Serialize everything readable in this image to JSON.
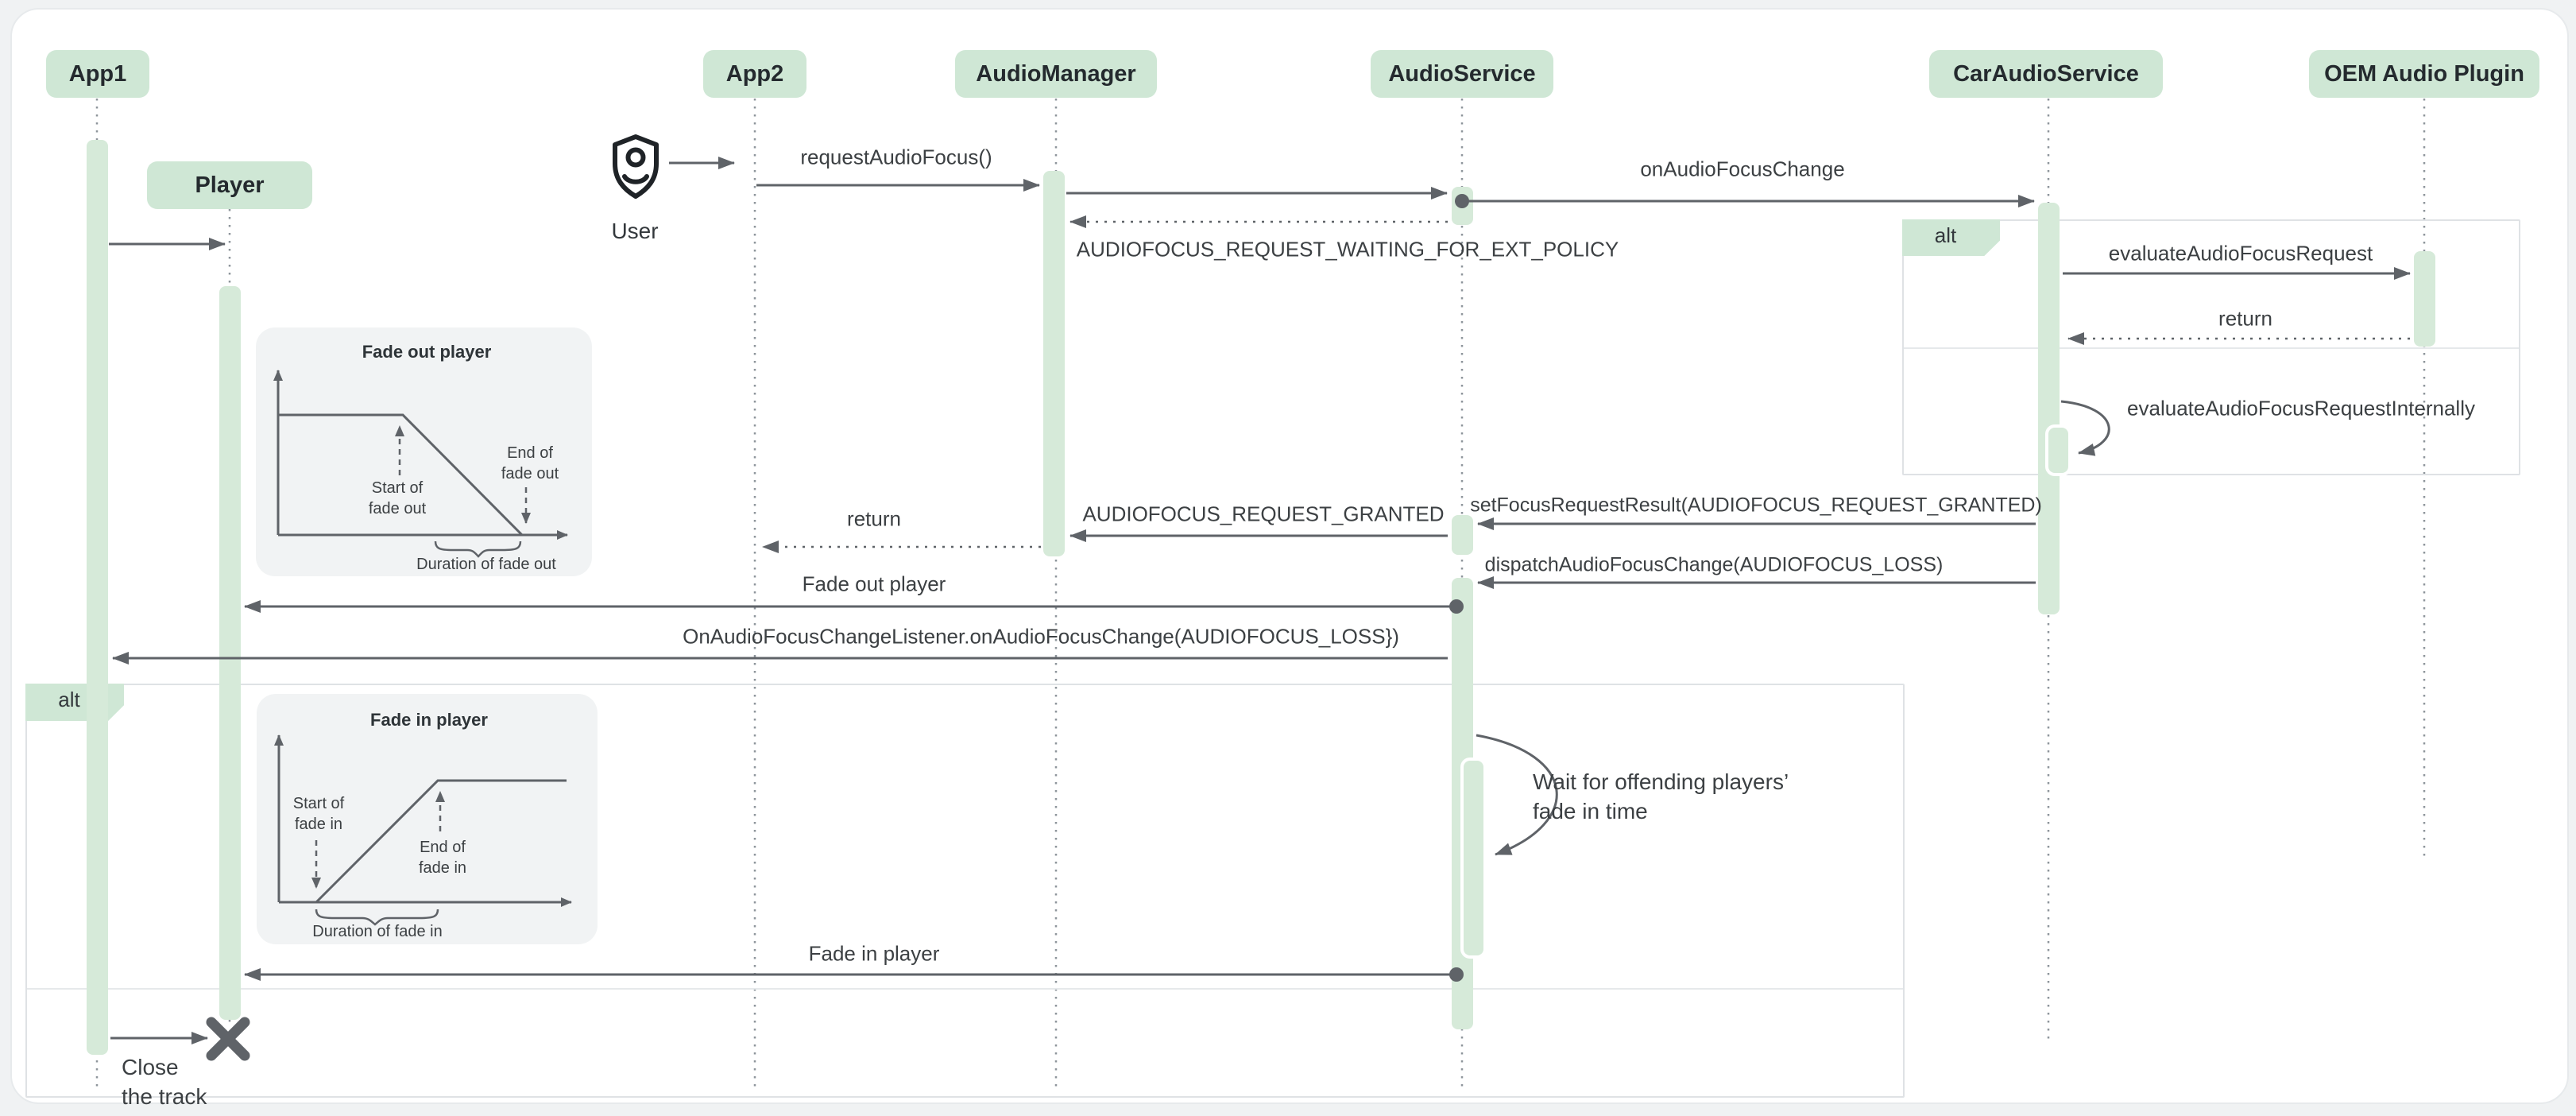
{
  "participants": [
    {
      "label": "App1"
    },
    {
      "label": "Player"
    },
    {
      "label": "App2"
    },
    {
      "label": "AudioManager"
    },
    {
      "label": "AudioService"
    },
    {
      "label": "CarAudioService"
    },
    {
      "label": "OEM Audio Plugin"
    }
  ],
  "actor": {
    "label": "User"
  },
  "fragments": {
    "right_alt_label": "alt",
    "left_alt_label": "alt"
  },
  "messages": {
    "request_audio_focus": "requestAudioFocus()",
    "on_audio_focus_change": "onAudioFocusChange",
    "request_waiting": "AUDIOFOCUS_REQUEST_WAITING_FOR_EXT_POLICY",
    "evaluate_request": "evaluateAudioFocusRequest",
    "evaluate_return": "return",
    "evaluate_internally": "evaluateAudioFocusRequestInternally",
    "set_focus_result": "setFocusRequestResult(AUDIOFOCUS_REQUEST_GRANTED)",
    "request_granted": "AUDIOFOCUS_REQUEST_GRANTED",
    "manager_return": "return",
    "dispatch_change": "dispatchAudioFocusChange(AUDIOFOCUS_LOSS)",
    "fade_out_player": "Fade out player",
    "focus_change_listener": "OnAudioFocusChangeListener.onAudioFocusChange(AUDIOFOCUS_LOSS})",
    "wait_note": "Wait for offending players’\nfade in time",
    "fade_in_player": "Fade in player",
    "close_track": "Close\nthe track"
  },
  "charts": {
    "fade_out": {
      "title": "Fade out player",
      "start_label": "Start of\nfade out",
      "end_label": "End of\nfade out",
      "duration_label": "Duration of fade out"
    },
    "fade_in": {
      "title": "Fade in player",
      "start_label": "Start of\nfade in",
      "end_label": "End of\nfade in",
      "duration_label": "Duration of fade in"
    }
  },
  "colors": {
    "participant_fill": "#CFE7D5",
    "activation_fill": "#D6EAD9",
    "arrow": "#5F6368",
    "text": "#3C4043",
    "note_fill": "#F1F3F4",
    "fragment_border": "#DFE2E5",
    "lifeline": "#8E959B",
    "canvas": "#FFFFFF",
    "page_background": "#F0F2F3"
  }
}
